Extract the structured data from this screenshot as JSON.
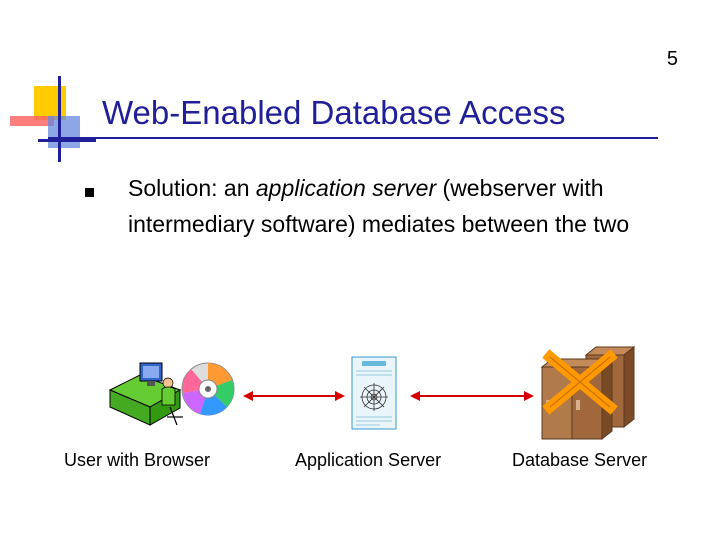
{
  "slide": {
    "number": "5",
    "title": "Web-Enabled Database Access",
    "bullet": {
      "prefix": "Solution: an ",
      "emphasis": "application server",
      "suffix": " (webserver with intermediary software) mediates between the two"
    }
  },
  "diagram": {
    "nodes": [
      {
        "label": "User with Browser",
        "icon": "user-computer-cd-icon"
      },
      {
        "label": "Application Server",
        "icon": "web-document-icon"
      },
      {
        "label": "Database Server",
        "icon": "server-cabinets-icon"
      }
    ],
    "arrow_color": "#d40000",
    "arrows": [
      "user-to-appserver",
      "appserver-to-database"
    ]
  },
  "colors": {
    "title": "#1f1f99",
    "accent_yellow": "#ffcc00",
    "accent_red": "#ff3333",
    "accent_blue": "#3366cc"
  }
}
